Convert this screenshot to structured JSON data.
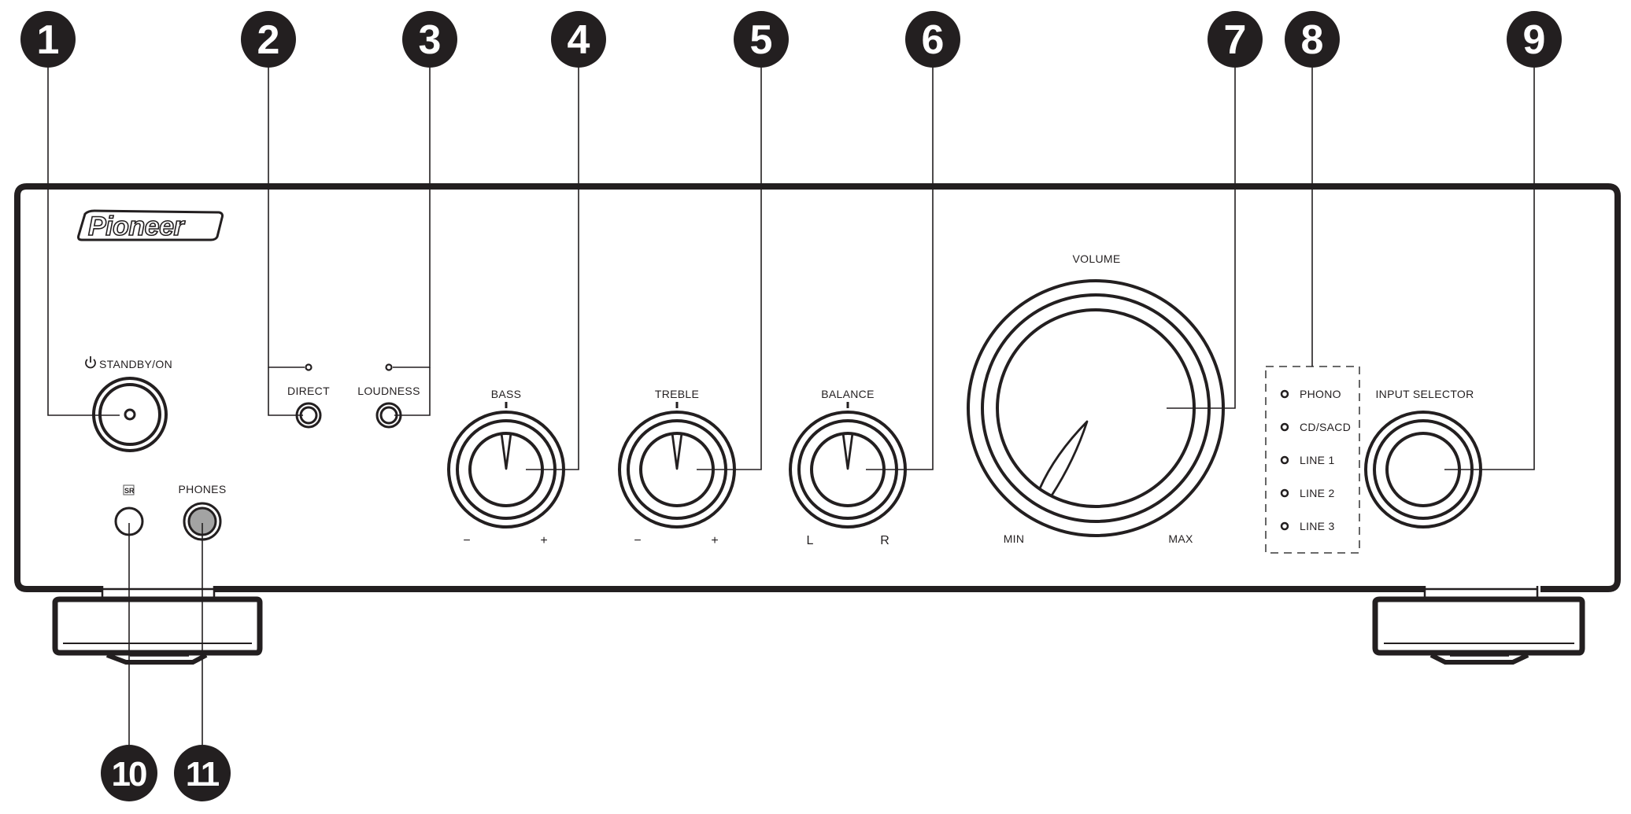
{
  "diagram": {
    "subject": "Integrated amplifier front panel",
    "brand_logo": "Pioneer",
    "colors": {
      "ink": "#231f20",
      "background": "#ffffff",
      "phones_jack_fill": "#a3a3a3",
      "callout_fill": "#231f20",
      "callout_text": "#ffffff"
    }
  },
  "callouts": [
    {
      "num": "1",
      "target": "STANDBY/ON button"
    },
    {
      "num": "2",
      "target": "DIRECT button / indicator"
    },
    {
      "num": "3",
      "target": "LOUDNESS button / indicator"
    },
    {
      "num": "4",
      "target": "BASS knob"
    },
    {
      "num": "5",
      "target": "TREBLE knob"
    },
    {
      "num": "6",
      "target": "BALANCE knob"
    },
    {
      "num": "7",
      "target": "VOLUME knob"
    },
    {
      "num": "8",
      "target": "Input indicators"
    },
    {
      "num": "9",
      "target": "INPUT SELECTOR knob"
    },
    {
      "num": "10",
      "target": "SR sensor"
    },
    {
      "num": "11",
      "target": "PHONES jack"
    }
  ],
  "panel": {
    "standby": {
      "icon": "power-icon",
      "label": "STANDBY/ON"
    },
    "direct": {
      "label": "DIRECT"
    },
    "loudness": {
      "label": "LOUDNESS"
    },
    "sr_icon": {
      "label": "SR"
    },
    "phones": {
      "label": "PHONES"
    },
    "bass": {
      "label": "BASS",
      "min": "−",
      "max": "+"
    },
    "treble": {
      "label": "TREBLE",
      "min": "−",
      "max": "+"
    },
    "balance": {
      "label": "BALANCE",
      "min": "L",
      "max": "R"
    },
    "volume": {
      "label": "VOLUME",
      "min": "MIN",
      "max": "MAX"
    },
    "inputs": [
      {
        "label": "PHONO"
      },
      {
        "label": "CD/SACD"
      },
      {
        "label": "LINE 1"
      },
      {
        "label": "LINE 2"
      },
      {
        "label": "LINE 3"
      }
    ],
    "input_selector": {
      "label": "INPUT SELECTOR"
    }
  }
}
